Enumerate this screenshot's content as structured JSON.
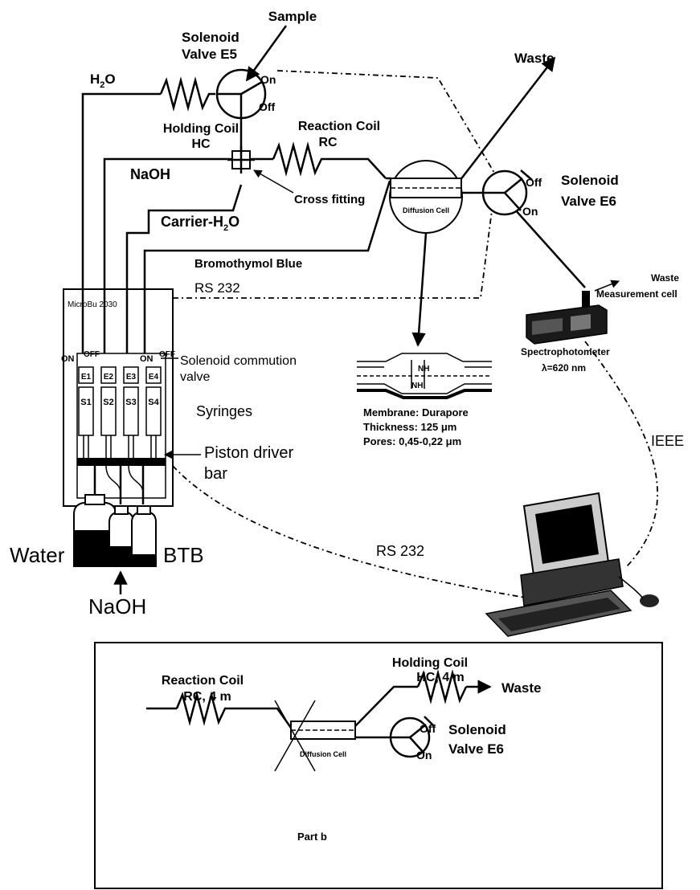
{
  "labels": {
    "sample": "Sample",
    "valve_e5_line1": "Solenoid",
    "valve_e5_line2": "Valve E5",
    "on": "On",
    "off": "Off",
    "h2o": "H",
    "h2o_sub": "2",
    "h2o_tail": "O",
    "holding_coil": "Holding Coil",
    "hc": "HC",
    "reaction_coil": "Reaction Coil",
    "rc": "RC",
    "naoh_line": "NaOH",
    "cross_fitting": "Cross fitting",
    "carrier_a": "Carrier-H",
    "carrier_sub": "2",
    "carrier_b": "O",
    "bromothymol": "Bromothymol Blue",
    "waste": "Waste",
    "diffusion_cell": "Diffusion Cell",
    "valve_e6_line1": "Solenoid",
    "valve_e6_line2": "Valve E6",
    "rs232_top": "RS 232",
    "microbu": "MicroBu 2030",
    "sw_on_left": "ON",
    "sw_off_left": "OFF",
    "sw_on_right": "ON",
    "sw_off_right": "OFF",
    "e1": "E1",
    "e2": "E2",
    "e3": "E3",
    "e4": "E4",
    "s1": "S1",
    "s2": "S2",
    "s3": "S3",
    "s4": "S4",
    "commution_line1": "Solenoid commution",
    "commution_line2": "valve",
    "syringes": "Syringes",
    "piston_line1": "Piston driver",
    "piston_line2": "bar",
    "membrane_nh_top": "NH",
    "membrane_nh_bottom": "NH",
    "membrane": "Membrane: Durapore",
    "thickness": "Thickness: 125 μm",
    "pores": "Pores: 0,45-0,22 μm",
    "waste_small": "Waste",
    "measurement_cell": "Measurement cell",
    "spectrophotometer": "Spectrophotometer",
    "lambda": "λ=620 nm",
    "ieee": "IEEE",
    "water": "Water",
    "btb": "BTB",
    "naoh_bottle": "NaOH",
    "rs232_bottom": "RS 232"
  },
  "part_b": {
    "reaction_coil": "Reaction Coil",
    "rc_length": "RC, 4 m",
    "holding_coil": "Holding Coil",
    "hc_length": "HC, 4 m",
    "waste": "Waste",
    "diffusion_cell": "Diffusion Cell",
    "off": "Off",
    "on": "On",
    "valve_line1": "Solenoid",
    "valve_line2": "Valve E6",
    "part_label": "Part b"
  }
}
